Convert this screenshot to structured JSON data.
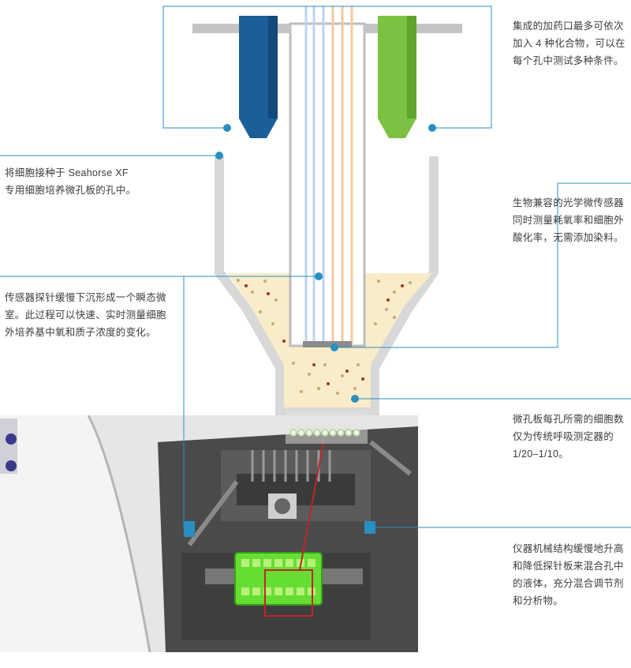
{
  "callouts": {
    "top_right": [
      "集成的加药口最多可依次",
      "加入 4 种化合物，可以在",
      "每个孔中测试多种条件。"
    ],
    "left_1": [
      "将细胞接种于 Seahorse XF",
      "专用细胞培养微孔板的孔中。"
    ],
    "right_2": [
      "生物兼容的光学微传感器",
      "同时测量耗氧率和细胞外",
      "酸化率，无需添加染料。"
    ],
    "left_2": [
      "传感器探针缓慢下沉形成一个瞬态微",
      "室。此过程可以快速、实时测量细胞",
      "外培养基中氧和质子浓度的变化。"
    ],
    "right_3": [
      "微孔板每孔所需的细胞数",
      "仅为传统呼吸测定器的",
      "1/20–1/10。"
    ],
    "right_4": [
      "仪器机械结构缓慢地升高",
      "和降低探针板来混合孔中",
      "的液体，充分混合调节剂",
      "和分析物。"
    ]
  },
  "colors": {
    "leader": "#2a8fc0",
    "port_blue": "#1a5f9a",
    "port_green": "#7cc242",
    "medium": "#f9ecc8",
    "well_wall": "#d8d8d8"
  }
}
